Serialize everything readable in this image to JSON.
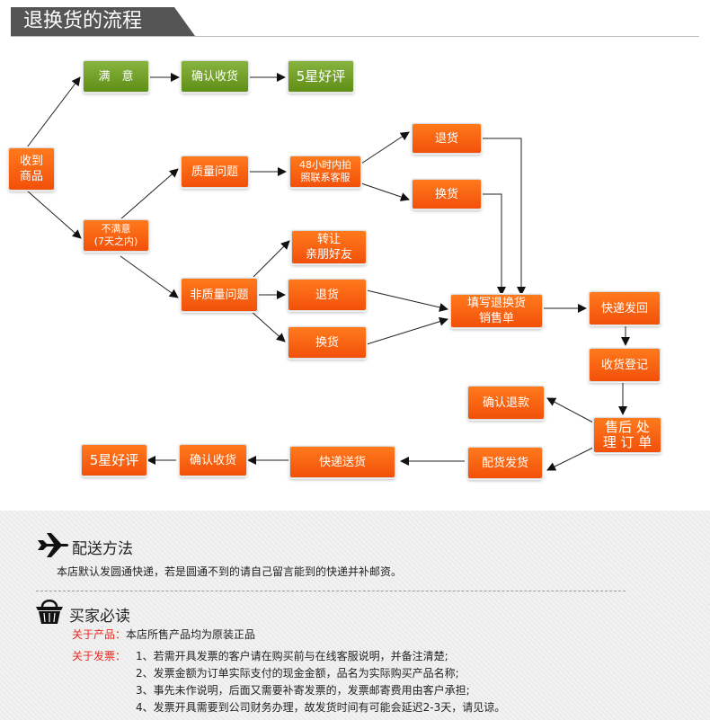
{
  "header": {
    "title": "退换货的流程"
  },
  "flow": {
    "received": [
      "收到",
      "商品"
    ],
    "satisfied": "满　意",
    "confirm_receipt_top": "确认收货",
    "five_star_top": "5星好评",
    "unsatisfied": [
      "不满意",
      "(7天之内)"
    ],
    "quality_issue": "质量问题",
    "photo_service": [
      "48小时内拍",
      "照联系客服"
    ],
    "return_top": "退货",
    "exchange_top": "换货",
    "transfer": [
      "转让",
      "亲朋好友"
    ],
    "non_quality_issue": "非质量问题",
    "return_mid": "退货",
    "exchange_mid": "换货",
    "fill_form": [
      "填写退换货",
      "销售单"
    ],
    "express_back": "快递发回",
    "receipt_register": "收货登记",
    "confirm_refund": "确认退款",
    "after_sales": [
      "售后 处",
      "理 订 单"
    ],
    "ship_out": "配货发货",
    "express_deliver": "快递送货",
    "confirm_receipt_bottom": "确认收货",
    "five_star_bottom": "5星好评"
  },
  "shipping": {
    "title": "配送方法",
    "text": "本店默认发圆通快递，若是圆通不到的请自己留言能到的快递并补邮资。"
  },
  "buyer": {
    "title": "买家必读",
    "product_label": "关于产品：",
    "product_text": "本店所售产品均为原装正品",
    "invoice_label": "关于发票：",
    "invoice_lines": [
      "1、若需开具发票的客户请在购买前与在线客服说明，并备注清楚;",
      "2、发票金额为订单实际支付的现金金额，品名为实际购买产品名称;",
      "3、事先未作说明，后面又需要补寄发票的，发票邮寄费用由客户承担;",
      "4、发票开具需要到公司财务办理，故发货时间有可能会延迟2-3天，请见谅。"
    ]
  },
  "colors": {
    "orange": "#f2500a",
    "green": "#6a9a1f",
    "title_bar": "#555555",
    "label_red": "#e8281e"
  },
  "icons": {
    "shipping": "airplane-icon",
    "buyer": "shopping-basket-icon"
  }
}
